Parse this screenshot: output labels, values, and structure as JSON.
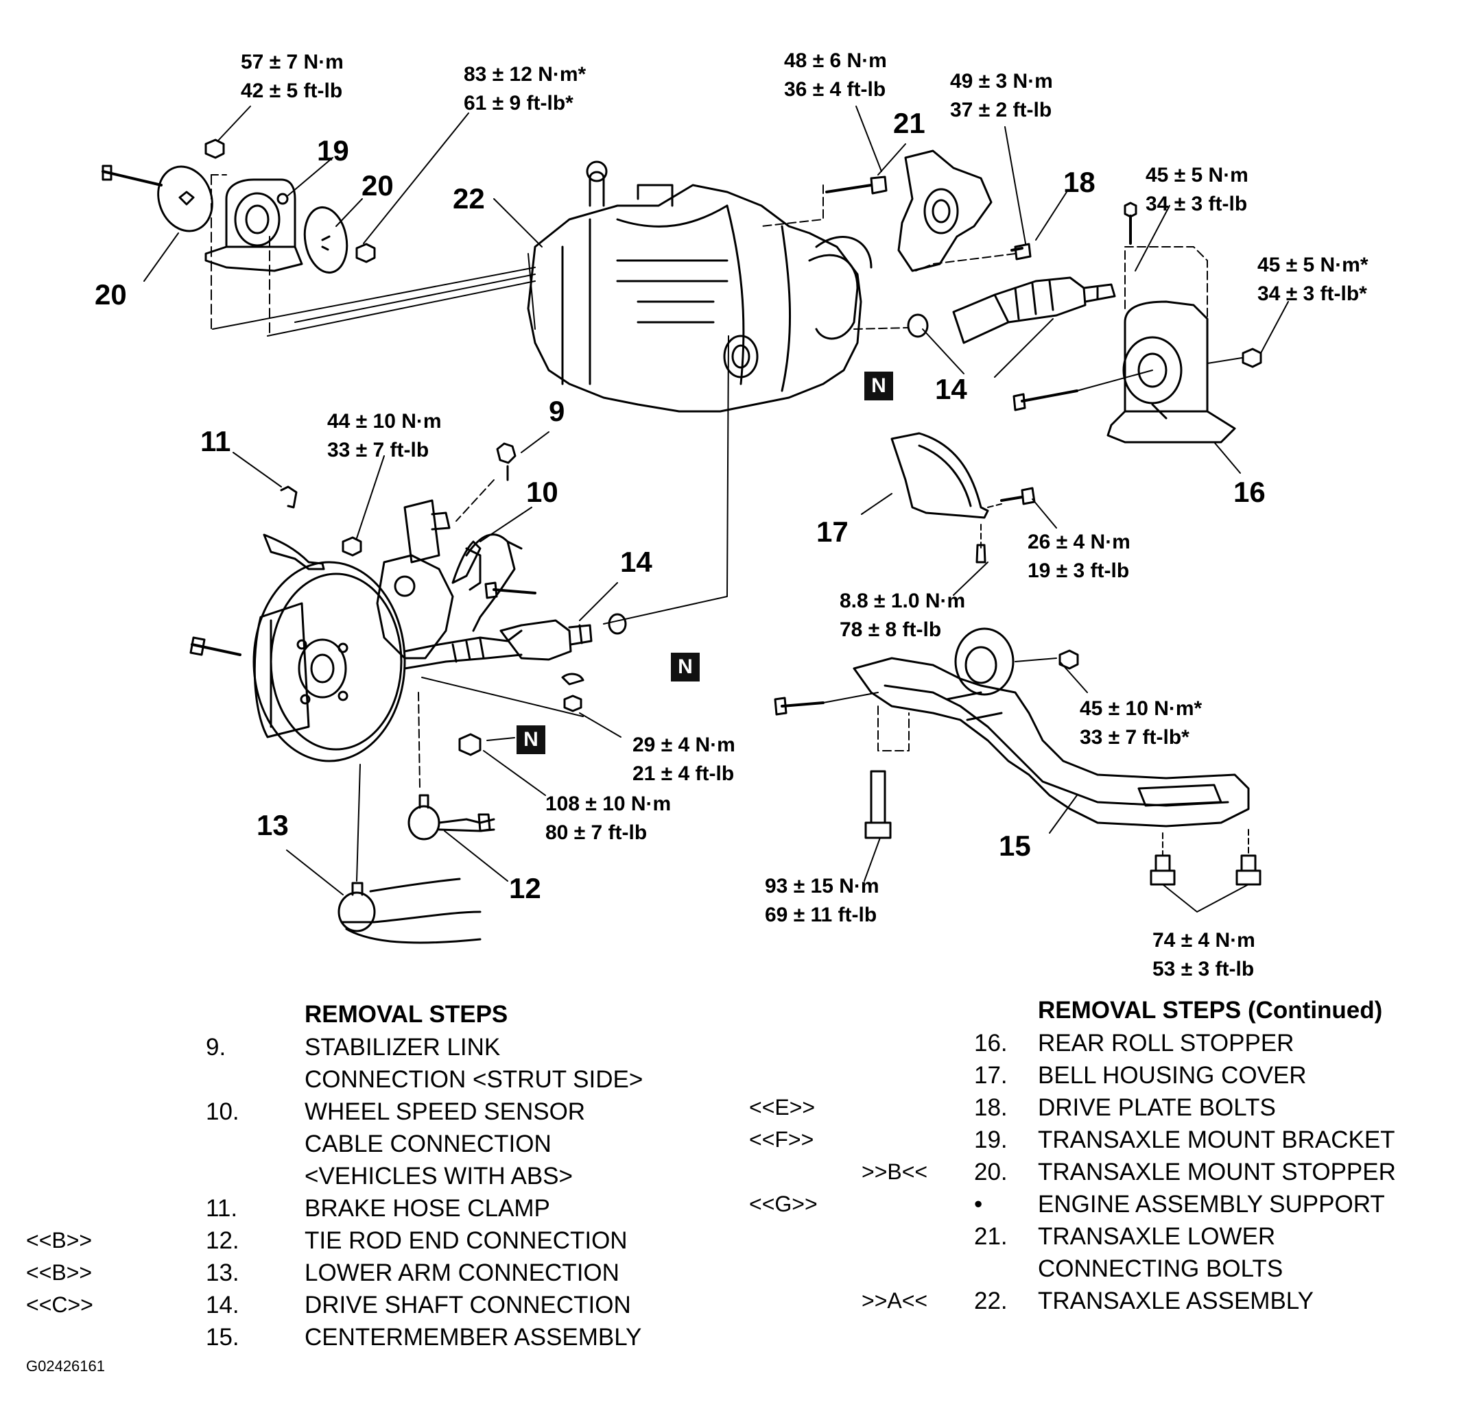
{
  "callouts": {
    "t1": [
      "57 ± 7 N·m",
      "42 ± 5 ft-lb"
    ],
    "t2": [
      "83 ± 12 N·m*",
      "61 ± 9 ft-lb*"
    ],
    "t3": [
      "48 ± 6 N·m",
      "36 ± 4 ft-lb"
    ],
    "t4": [
      "49 ± 3 N·m",
      "37 ± 2 ft-lb"
    ],
    "t5": [
      "45 ± 5 N·m",
      "34 ± 3 ft-lb"
    ],
    "t6": [
      "45 ± 5 N·m*",
      "34 ± 3 ft-lb*"
    ],
    "t7": [
      "44 ± 10 N·m",
      "33 ± 7 ft-lb"
    ],
    "t8": [
      "26 ± 4 N·m",
      "19 ± 3 ft-lb"
    ],
    "t9": [
      "8.8 ± 1.0 N·m",
      "78 ± 8 ft-lb"
    ],
    "t10": [
      "45 ± 10 N·m*",
      "33 ± 7 ft-lb*"
    ],
    "t11": [
      "29 ± 4 N·m",
      "21 ± 4 ft-lb"
    ],
    "t12": [
      "108 ± 10 N·m",
      "80 ± 7 ft-lb"
    ],
    "t13": [
      "93 ± 15 N·m",
      "69 ± 11 ft-lb"
    ],
    "t14": [
      "74 ± 4 N·m",
      "53 ± 3 ft-lb"
    ]
  },
  "parts": {
    "p19": "19",
    "p20a": "20",
    "p20b": "20",
    "p22": "22",
    "p21": "21",
    "p18": "18",
    "p14a": "14",
    "p16": "16",
    "p9": "9",
    "p11": "11",
    "p10": "10",
    "p14b": "14",
    "p17": "17",
    "p13": "13",
    "p12": "12",
    "p15": "15"
  },
  "n_marker": "N",
  "removal_steps": {
    "title": "REMOVAL STEPS",
    "rows": [
      {
        "mark": "",
        "num": "9.",
        "text": "STABILIZER LINK"
      },
      {
        "mark": "",
        "num": "",
        "text": "CONNECTION <STRUT SIDE>"
      },
      {
        "mark": "",
        "num": "10.",
        "text": "WHEEL SPEED SENSOR"
      },
      {
        "mark": "",
        "num": "",
        "text": "CABLE CONNECTION"
      },
      {
        "mark": "",
        "num": "",
        "text": "<VEHICLES WITH ABS>"
      },
      {
        "mark": "",
        "num": "11.",
        "text": "BRAKE HOSE CLAMP"
      },
      {
        "mark": "<<B>>",
        "num": "12.",
        "text": "TIE ROD END CONNECTION"
      },
      {
        "mark": "<<B>>",
        "num": "13.",
        "text": "LOWER ARM CONNECTION"
      },
      {
        "mark": "<<C>>",
        "num": "14.",
        "text": "DRIVE SHAFT CONNECTION"
      },
      {
        "mark": "",
        "num": "15.",
        "text": "CENTERMEMBER ASSEMBLY"
      }
    ]
  },
  "removal_steps_continued": {
    "title": "REMOVAL STEPS (Continued)",
    "rows": [
      {
        "mark1": "",
        "mark2": "",
        "num": "16.",
        "text": "REAR ROLL STOPPER"
      },
      {
        "mark1": "",
        "mark2": "",
        "num": "17.",
        "text": "BELL HOUSING COVER"
      },
      {
        "mark1": "<<E>>",
        "mark2": "",
        "num": "18.",
        "text": "DRIVE PLATE BOLTS"
      },
      {
        "mark1": "<<F>>",
        "mark2": "",
        "num": "19.",
        "text": "TRANSAXLE MOUNT BRACKET"
      },
      {
        "mark1": "",
        "mark2": ">>B<<",
        "num": "20.",
        "text": "TRANSAXLE MOUNT STOPPER"
      },
      {
        "mark1": "<<G>>",
        "mark2": "",
        "num": "•",
        "text": "ENGINE ASSEMBLY SUPPORT"
      },
      {
        "mark1": "",
        "mark2": "",
        "num": "21.",
        "text": "TRANSAXLE LOWER"
      },
      {
        "mark1": "",
        "mark2": "",
        "num": "",
        "text": "CONNECTING BOLTS"
      },
      {
        "mark1": "",
        "mark2": ">>A<<",
        "num": "22.",
        "text": "TRANSAXLE ASSEMBLY"
      }
    ]
  },
  "figure_code": "G02426161"
}
